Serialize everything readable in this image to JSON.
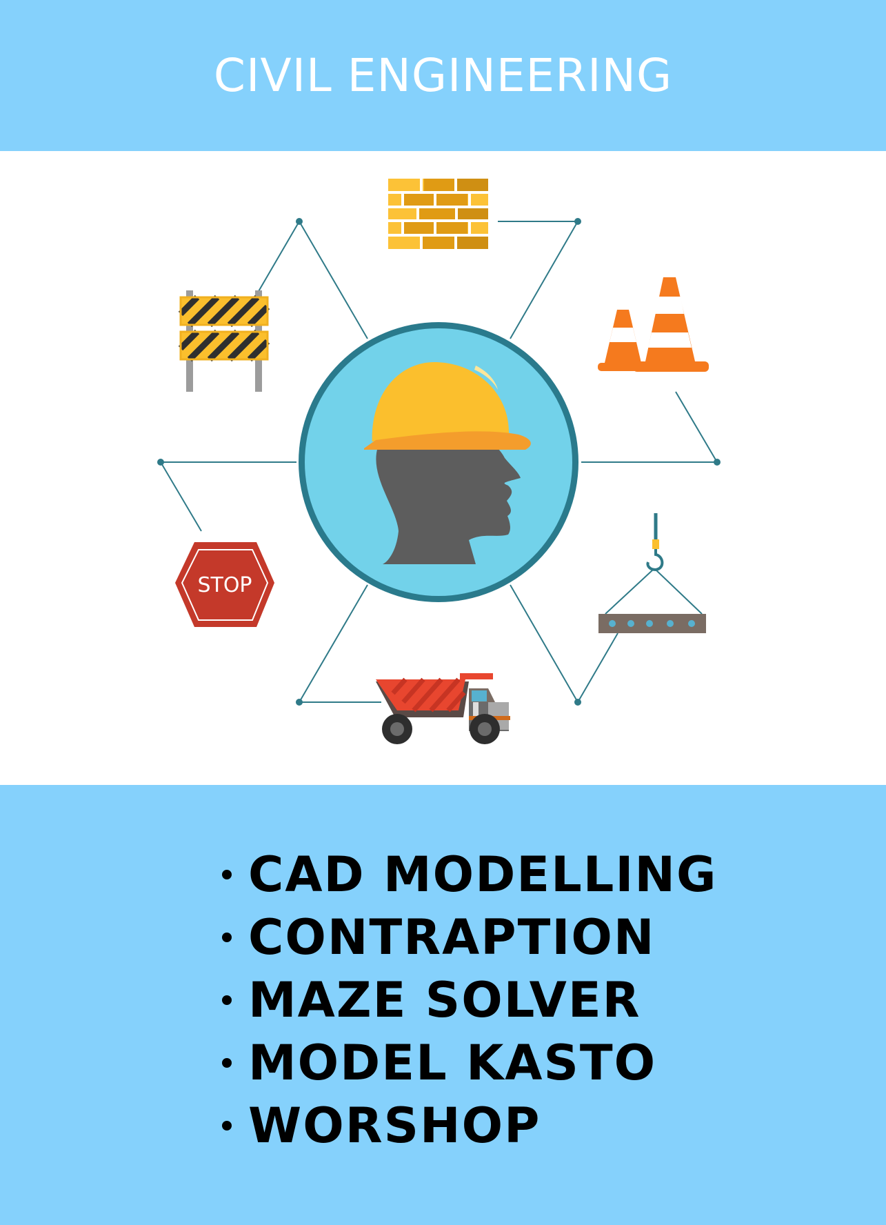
{
  "header": {
    "title": "CIVIL ENGINEERING"
  },
  "colors": {
    "banner": "#85d1fc",
    "circle_fill": "#72d2ea",
    "circle_ring": "#2a7a8c",
    "connector": "#2f7a88",
    "helmet": "#fbbf2d",
    "stop_sign": "#c4392a"
  },
  "illustration": {
    "center_icon": "worker-head-helmet-icon",
    "stop_sign_text": "STOP",
    "icons": [
      "bricks-icon",
      "traffic-cones-icon",
      "crane-hook-beam-icon",
      "dump-truck-icon",
      "stop-sign-icon",
      "road-barrier-icon"
    ]
  },
  "topics": [
    "CAD MODELLING",
    "CONTRAPTION",
    "MAZE SOLVER",
    "MODEL KASTO",
    "WORSHOP"
  ]
}
